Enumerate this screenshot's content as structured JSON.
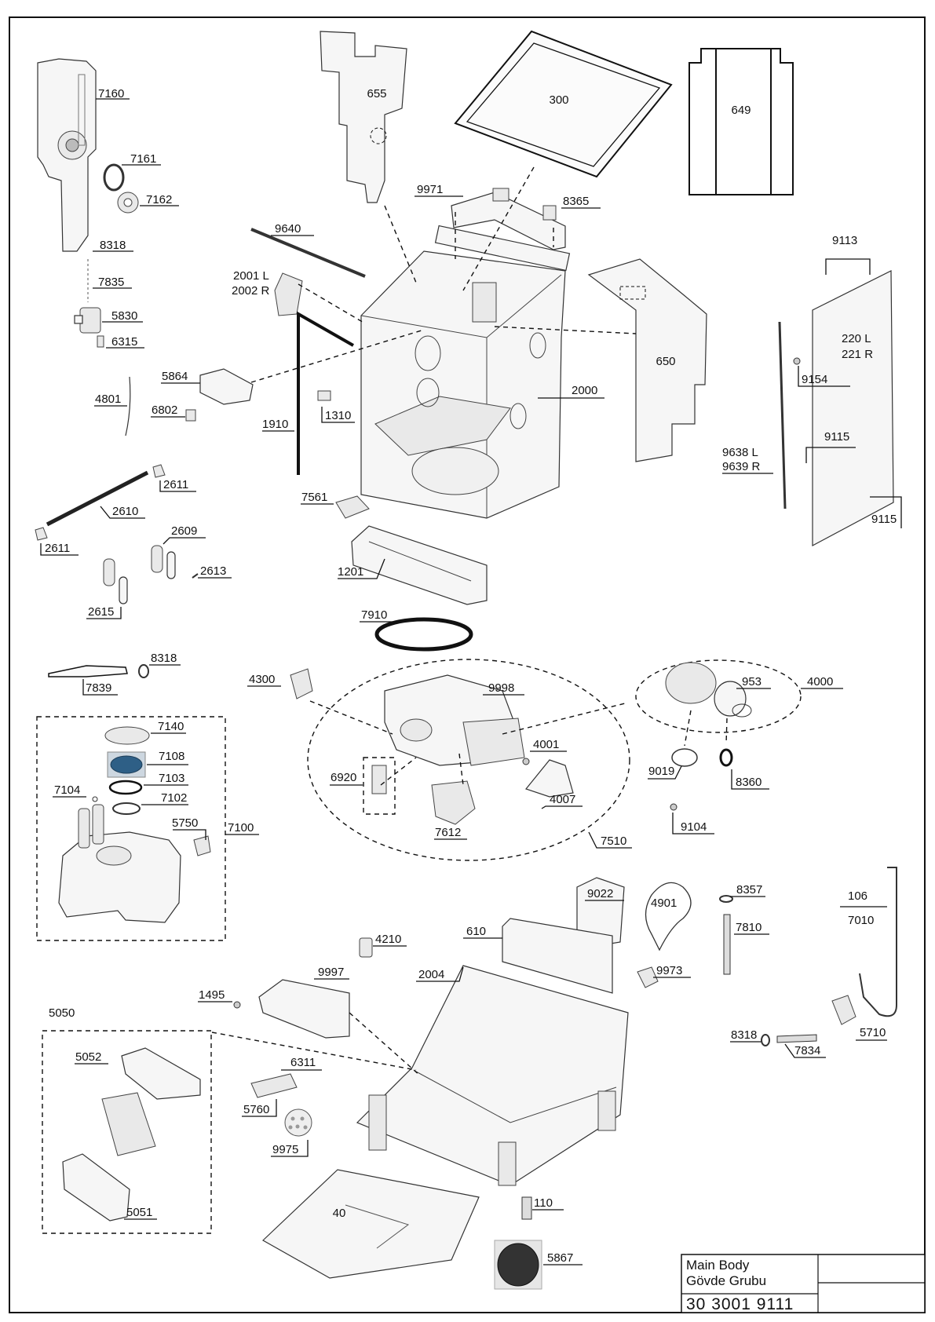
{
  "title_block": {
    "title_en": "Main Body",
    "title_tr": "Gövde Grubu",
    "number": "30 3001 9111"
  },
  "part_labels": {
    "p7160": "7160",
    "p7161": "7161",
    "p7162": "7162",
    "p8318a": "8318",
    "p7835": "7835",
    "p5830": "5830",
    "p6315": "6315",
    "p655": "655",
    "p300": "300",
    "p649": "649",
    "p9971": "9971",
    "p8365": "8365",
    "p9640": "9640",
    "p2001": "2001 L",
    "p2002": "2002 R",
    "p9113": "9113",
    "p220": "220 L",
    "p221": "221 R",
    "p650": "650",
    "p9154": "9154",
    "p5864": "5864",
    "p4801": "4801",
    "p6802": "6802",
    "p1910": "1910",
    "p1310": "1310",
    "p2000": "2000",
    "p9115a": "9115",
    "p9638": "9638 L",
    "p9639": "9639 R",
    "p9115b": "9115",
    "p2611a": "2611",
    "p2610": "2610",
    "p7561": "7561",
    "p2611b": "2611",
    "p2609": "2609",
    "p2613": "2613",
    "p1201": "1201",
    "p2615": "2615",
    "p7910": "7910",
    "p8318b": "8318",
    "p7839": "7839",
    "p4300": "4300",
    "p9998": "9998",
    "p953": "953",
    "p4000": "4000",
    "p7140": "7140",
    "p7108": "7108",
    "p7103": "7103",
    "p7104": "7104",
    "p7102": "7102",
    "p5750": "5750",
    "p7100": "7100",
    "p4001": "4001",
    "p6920": "6920",
    "p9019": "9019",
    "p8360": "8360",
    "p4007": "4007",
    "p7612": "7612",
    "p9104": "9104",
    "p7510": "7510",
    "p9022": "9022",
    "p4901": "4901",
    "p8357": "8357",
    "p106": "106",
    "p7010": "7010",
    "p610": "610",
    "p7810": "7810",
    "p4210": "4210",
    "p9973": "9973",
    "p9997": "9997",
    "p2004": "2004",
    "p1495": "1495",
    "p5050": "5050",
    "p8318c": "8318",
    "p7834": "7834",
    "p5710": "5710",
    "p5052": "5052",
    "p6311": "6311",
    "p5760": "5760",
    "p9975": "9975",
    "p5051": "5051",
    "p40": "40",
    "p110": "110",
    "p5867": "5867"
  }
}
